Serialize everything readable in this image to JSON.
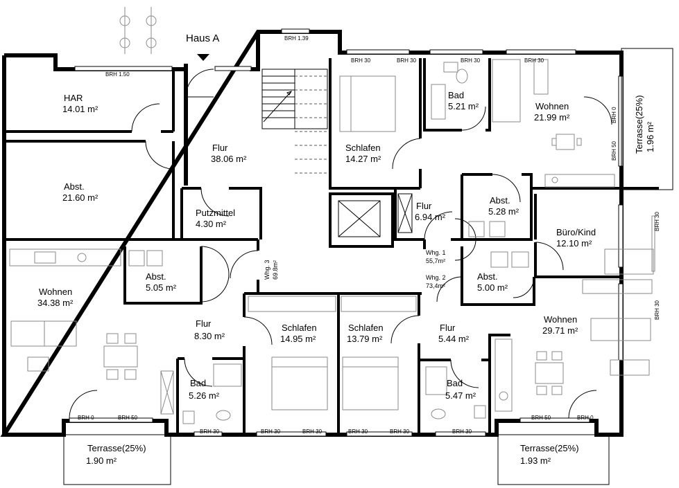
{
  "building_label": "Haus A",
  "rooms": [
    {
      "name": "HAR",
      "area": "14.01 m²"
    },
    {
      "name": "Abst.",
      "area": "21.60 m²"
    },
    {
      "name": "Flur",
      "area": "38.06 m²"
    },
    {
      "name": "Putzmittel",
      "area": "4.30 m²"
    },
    {
      "name": "Schlafen",
      "area": "14.27 m²"
    },
    {
      "name": "Bad",
      "area": "5.21 m²"
    },
    {
      "name": "Wohnen",
      "area": "21.99 m²"
    },
    {
      "name": "Flur",
      "area": "6.94 m²"
    },
    {
      "name": "Abst.",
      "area": "5.28 m²"
    },
    {
      "name": "Büro/Kind",
      "area": "12.10 m²"
    },
    {
      "name": "Wohnen",
      "area": "34.38 m²"
    },
    {
      "name": "Abst.",
      "area": "5.05 m²"
    },
    {
      "name": "Flur",
      "area": "8.30 m²"
    },
    {
      "name": "Schlafen",
      "area": "14.95 m²"
    },
    {
      "name": "Schlafen",
      "area": "13.79 m²"
    },
    {
      "name": "Flur",
      "area": "5.44 m²"
    },
    {
      "name": "Abst.",
      "area": "5.00 m²"
    },
    {
      "name": "Wohnen",
      "area": "29.71 m²"
    },
    {
      "name": "Bad",
      "area": "5.26 m²"
    },
    {
      "name": "Bad",
      "area": "5.47 m²"
    },
    {
      "name": "Terrasse(25%)",
      "area": "1.90 m²"
    },
    {
      "name": "Terrasse(25%)",
      "area": "1.93 m²"
    },
    {
      "name": "Terrasse(25%)",
      "area": "1.96 m²"
    }
  ],
  "units": [
    {
      "name": "Whg. 1",
      "area": "55,7m²"
    },
    {
      "name": "Whg. 2",
      "area": "73,4m²"
    },
    {
      "name": "Whg. 3",
      "area": "69.8m²"
    }
  ],
  "sill_labels": {
    "brh_139": "BRH 1.39",
    "brh_150": "BRH 1.50",
    "brh_30": "BRH 30",
    "brh_0": "BRH 0",
    "brh_50": "BRH 50"
  }
}
